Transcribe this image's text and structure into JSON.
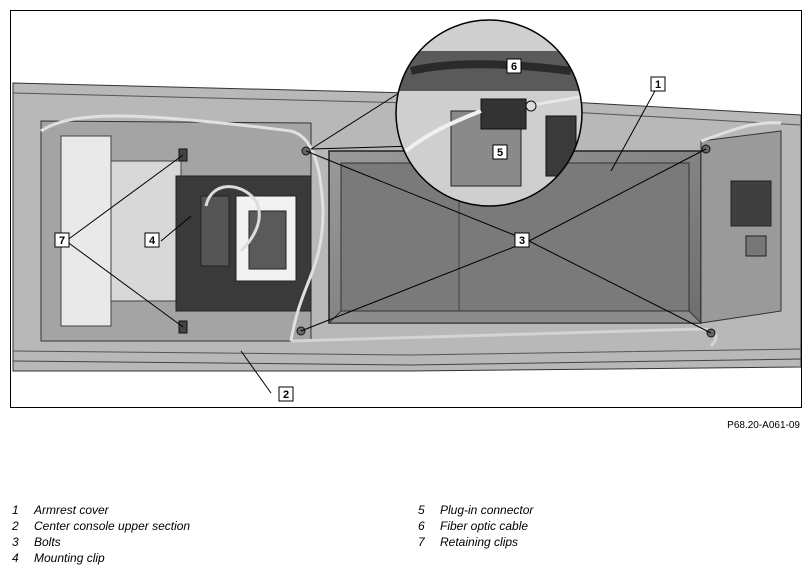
{
  "figure": {
    "reference_code": "P68.20-A061-09",
    "callouts": [
      {
        "id": "callout-1",
        "text": "1"
      },
      {
        "id": "callout-2",
        "text": "2"
      },
      {
        "id": "callout-3",
        "text": "3"
      },
      {
        "id": "callout-4",
        "text": "4"
      },
      {
        "id": "callout-5",
        "text": "5"
      },
      {
        "id": "callout-6",
        "text": "6"
      },
      {
        "id": "callout-7",
        "text": "7"
      }
    ]
  },
  "legend": {
    "left": [
      {
        "num": "1",
        "text": "Armrest cover"
      },
      {
        "num": "2",
        "text": "Center console upper section"
      },
      {
        "num": "3",
        "text": "Bolts"
      },
      {
        "num": "4",
        "text": "Mounting clip"
      }
    ],
    "right": [
      {
        "num": "5",
        "text": "Plug-in connector"
      },
      {
        "num": "6",
        "text": "Fiber optic cable"
      },
      {
        "num": "7",
        "text": "Retaining clips"
      }
    ]
  }
}
